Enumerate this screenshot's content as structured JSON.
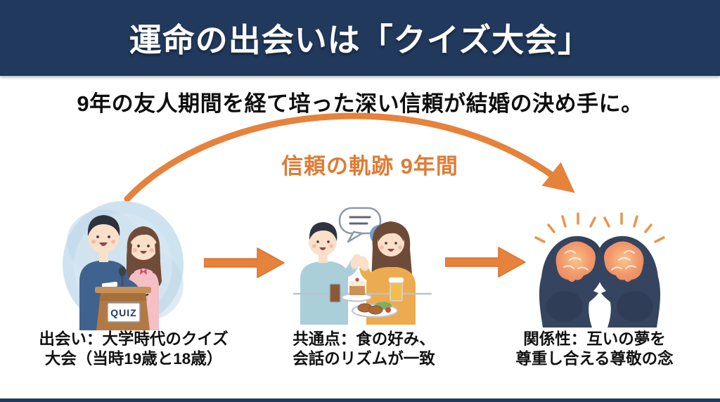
{
  "colors": {
    "navy": "#21395c",
    "accent_orange": "#E5823B",
    "label_orange": "#e07b35",
    "text": "#111111",
    "background": "#ffffff"
  },
  "header": {
    "title": "運命の出会いは「クイズ大会」"
  },
  "subtitle": "9年の友人期間を経て培った深い信頼が結婚の決め手に。",
  "trust_arc": {
    "label": "信頼の軌跡 9年間"
  },
  "steps": [
    {
      "name": "meeting",
      "illustration": "quiz-couple",
      "sign_text": "QUIZ",
      "caption_line1": "出会い：大学時代のクイズ",
      "caption_line2": "大会（当時19歳と18歳）"
    },
    {
      "name": "common-points",
      "illustration": "dining-couple",
      "caption_line1": "共通点：食の好み、",
      "caption_line2": "会話のリズムが一致"
    },
    {
      "name": "relationship",
      "illustration": "mutual-minds",
      "caption_line1": "関係性：互いの夢を",
      "caption_line2": "尊重し合える尊敬の念"
    }
  ]
}
